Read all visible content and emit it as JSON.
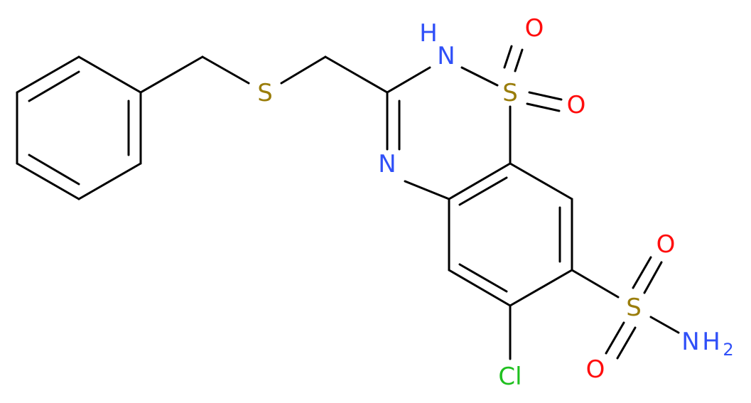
{
  "molecule": {
    "atoms": {
      "s_thioether": "S",
      "nh": "H",
      "n_amine": "N",
      "s_sulfonyl": "S",
      "o1": "O",
      "o2": "O",
      "n_ring": "N",
      "s_sulfonamide": "S",
      "o3": "O",
      "o4": "O",
      "nh2_n": "N",
      "nh2_h": "H",
      "nh2_sub": "2",
      "cl": "Cl"
    },
    "colors": {
      "sulfur": "#9a7d0a",
      "nitrogen": "#3050f8",
      "oxygen": "#ff0d0d",
      "chlorine": "#1fc01f",
      "bond": "#000000"
    }
  }
}
